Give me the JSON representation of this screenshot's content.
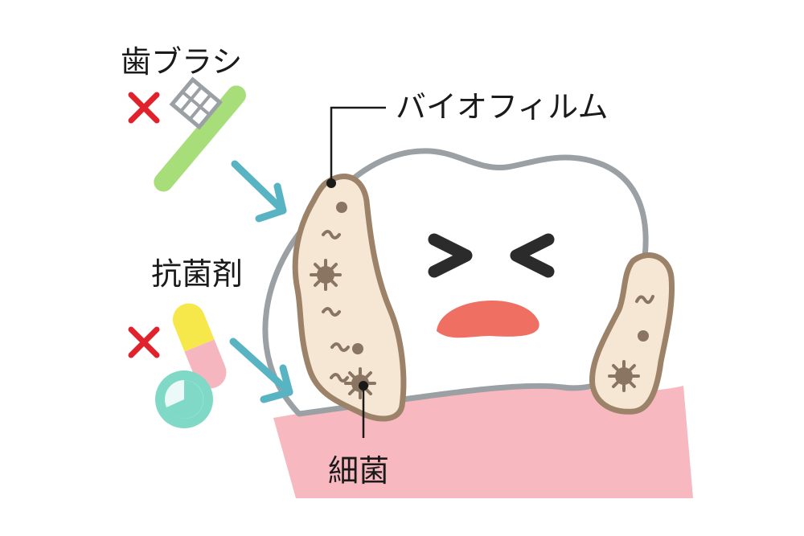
{
  "labels": {
    "toothbrush": "歯ブラシ",
    "antibacterial": "抗菌剤",
    "biofilm": "バイオフィルム",
    "bacteria": "細菌"
  },
  "icons": {
    "cross": "cross-icon",
    "toothbrush": "toothbrush-icon",
    "capsule": "capsule-icon",
    "tablet": "tablet-icon",
    "arrow": "arrow-icon",
    "tooth": "tooth-icon",
    "bacterium": "bacterium-icon"
  },
  "colors": {
    "gum": "#f7b9bf",
    "tooth_outline": "#9aa0a3",
    "biofilm_fill": "#f6e6d4",
    "biofilm_outline": "#9c8268",
    "bacteria": "#8a7563",
    "mouth": "#ef6f63",
    "eyes": "#2b2b2b",
    "cross": "#e0222d",
    "arrow": "#58b3c3",
    "brush_handle": "#a8de7a",
    "capsule_top": "#f6e84a",
    "capsule_bottom": "#f6b6c0",
    "tablet": "#7fd9c6"
  }
}
